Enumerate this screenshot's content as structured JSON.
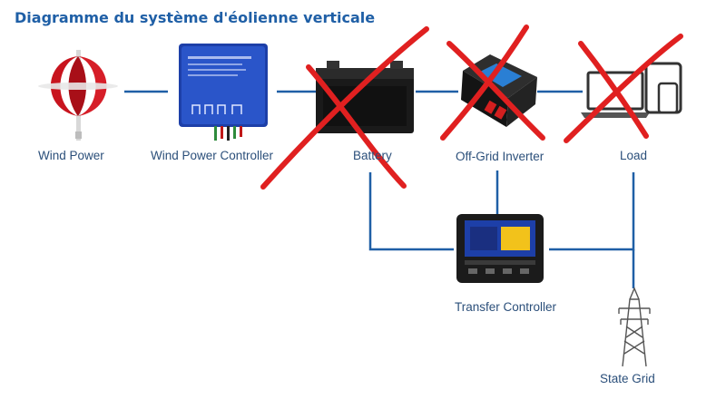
{
  "title": "Diagramme du système d'éolienne verticale",
  "nodes": {
    "wind_power": "Wind Power",
    "controller": "Wind Power Controller",
    "battery": "Battery",
    "inverter": "Off-Grid Inverter",
    "load": "Load",
    "transfer_controller": "Transfer Controller",
    "state_grid": "State Grid"
  },
  "colors": {
    "connector": "#1f5fa6",
    "strike": "#e02020",
    "turbine": "#c8141e",
    "label": "#2b4f7a"
  },
  "struck_out": [
    "battery",
    "inverter",
    "load"
  ]
}
